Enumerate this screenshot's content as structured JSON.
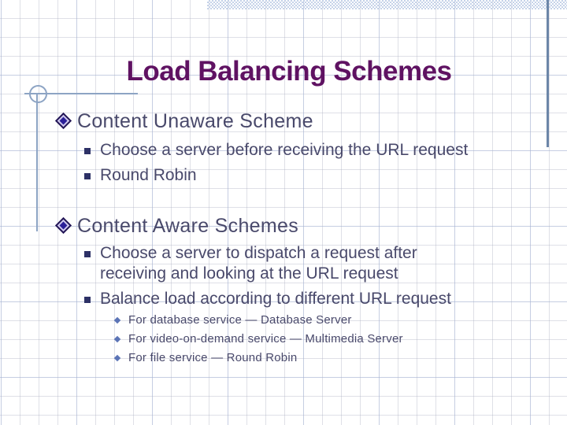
{
  "slide": {
    "title": "Load Balancing Schemes",
    "sections": [
      {
        "heading": "Content Unaware Scheme",
        "items": [
          {
            "lines": [
              "Choose a server before receiving the URL request"
            ]
          },
          {
            "lines": [
              "Round Robin"
            ]
          }
        ]
      },
      {
        "heading": "Content Aware Schemes",
        "items": [
          {
            "lines": [
              "Choose a server to dispatch a request after",
              "receiving and looking at the URL request"
            ]
          },
          {
            "lines": [
              "Balance load according to different URL request"
            ],
            "subitems": [
              "For database service — Database Server",
              "For video-on-demand service — Multimedia Server",
              "For file service — Round Robin"
            ]
          }
        ]
      }
    ]
  },
  "colors": {
    "title_color": "#5f1262",
    "body_color": "#49496b",
    "bullet_core": "#2b1f98",
    "bullet_halo": "#cfc8ee",
    "bullet_rim": "#231656",
    "square_bullet": "#2d3166",
    "small_diamond": "#5b74b6",
    "decor_line": "#8da4c4",
    "accent_line": "#6c86a8",
    "hatch_color": "#c6d3e9"
  }
}
